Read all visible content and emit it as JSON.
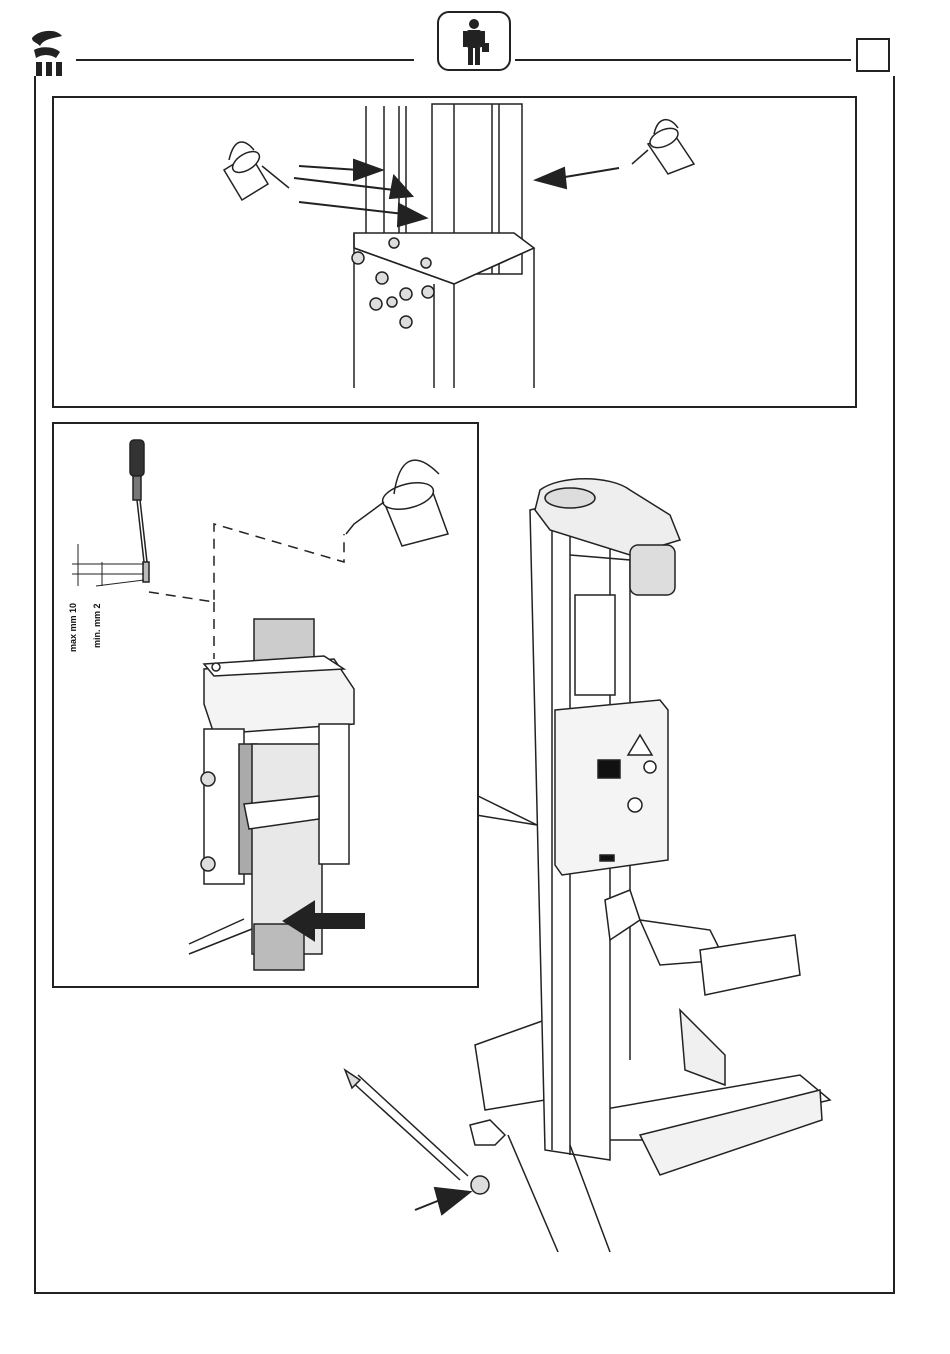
{
  "header": {
    "logo_icon": "manufacturer-logo-icon",
    "badge_icon": "operator-person-icon",
    "page_box_icon": "empty-box"
  },
  "detail": {
    "max_label": "max mm 10",
    "min_label": "min. mm 2"
  },
  "icons": {
    "oil_can": "oil-can-icon",
    "arrow": "arrow-icon",
    "screwdriver": "screwdriver-icon",
    "lift_column": "lift-column-icon",
    "pallet_jack_handle": "handle-icon"
  },
  "colors": {
    "line": "#222222",
    "background": "#ffffff",
    "shade": "#bbbbbb"
  }
}
